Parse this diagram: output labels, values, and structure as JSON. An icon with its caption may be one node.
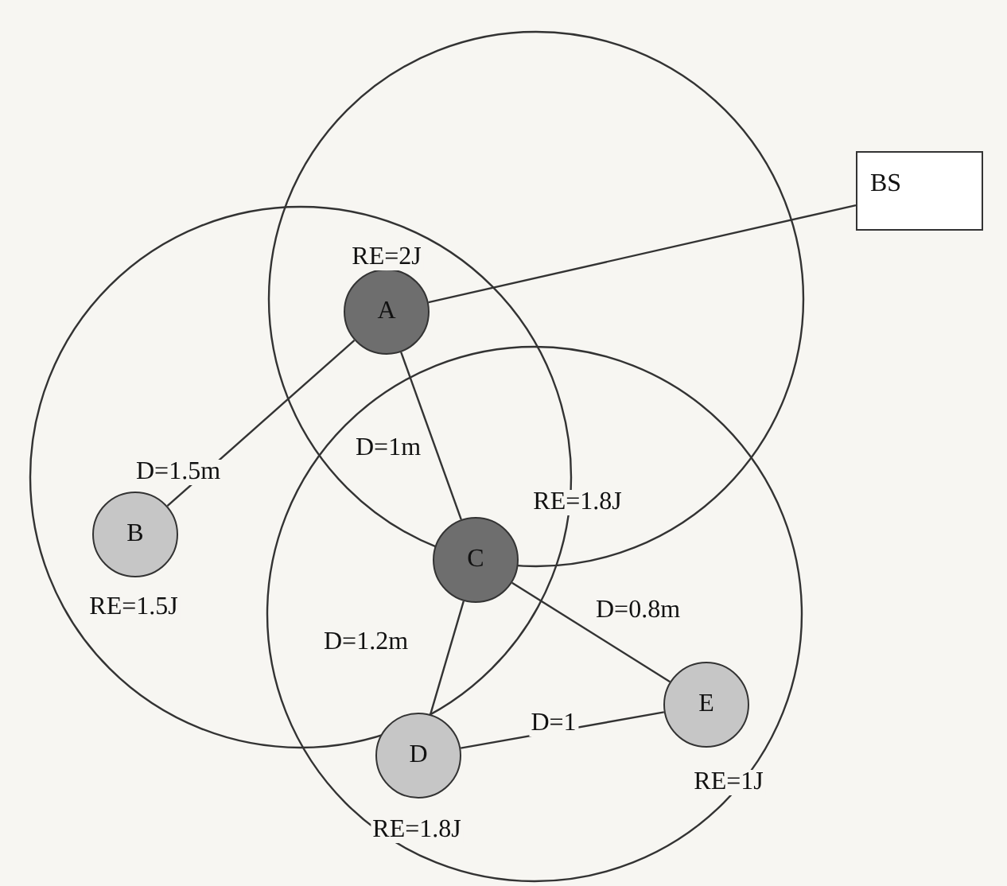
{
  "diagram": {
    "nodes": [
      {
        "text": [
          "BS"
        ]
      },
      {
        "text": [
          "A"
        ],
        "beside": [
          "RE=2J"
        ]
      },
      {
        "text": [
          "B"
        ],
        "beside": [
          "RE=1.5J"
        ]
      },
      {
        "text": [
          "C"
        ],
        "beside": [
          "RE=1.8J"
        ]
      },
      {
        "text": [
          "E"
        ],
        "beside": [
          "RE=1J"
        ]
      },
      {
        "text": [
          "D"
        ],
        "beside": [
          "RE=1.8J"
        ]
      }
    ],
    "edges": [
      {
        "from": 1,
        "to": 0,
        "arrow": "none"
      },
      {
        "from": 1,
        "to": 2,
        "arrow": "none",
        "label": "D=1.5m"
      },
      {
        "from": 1,
        "to": 3,
        "arrow": "none",
        "label": "D=1m"
      },
      {
        "from": 3,
        "to": 4,
        "arrow": "none",
        "label": "D=0.8m"
      },
      {
        "from": 3,
        "to": 5,
        "arrow": "none",
        "label": "D=1.2m"
      },
      {
        "from": 5,
        "to": 4,
        "arrow": "none",
        "label": "D=1"
      }
    ]
  }
}
